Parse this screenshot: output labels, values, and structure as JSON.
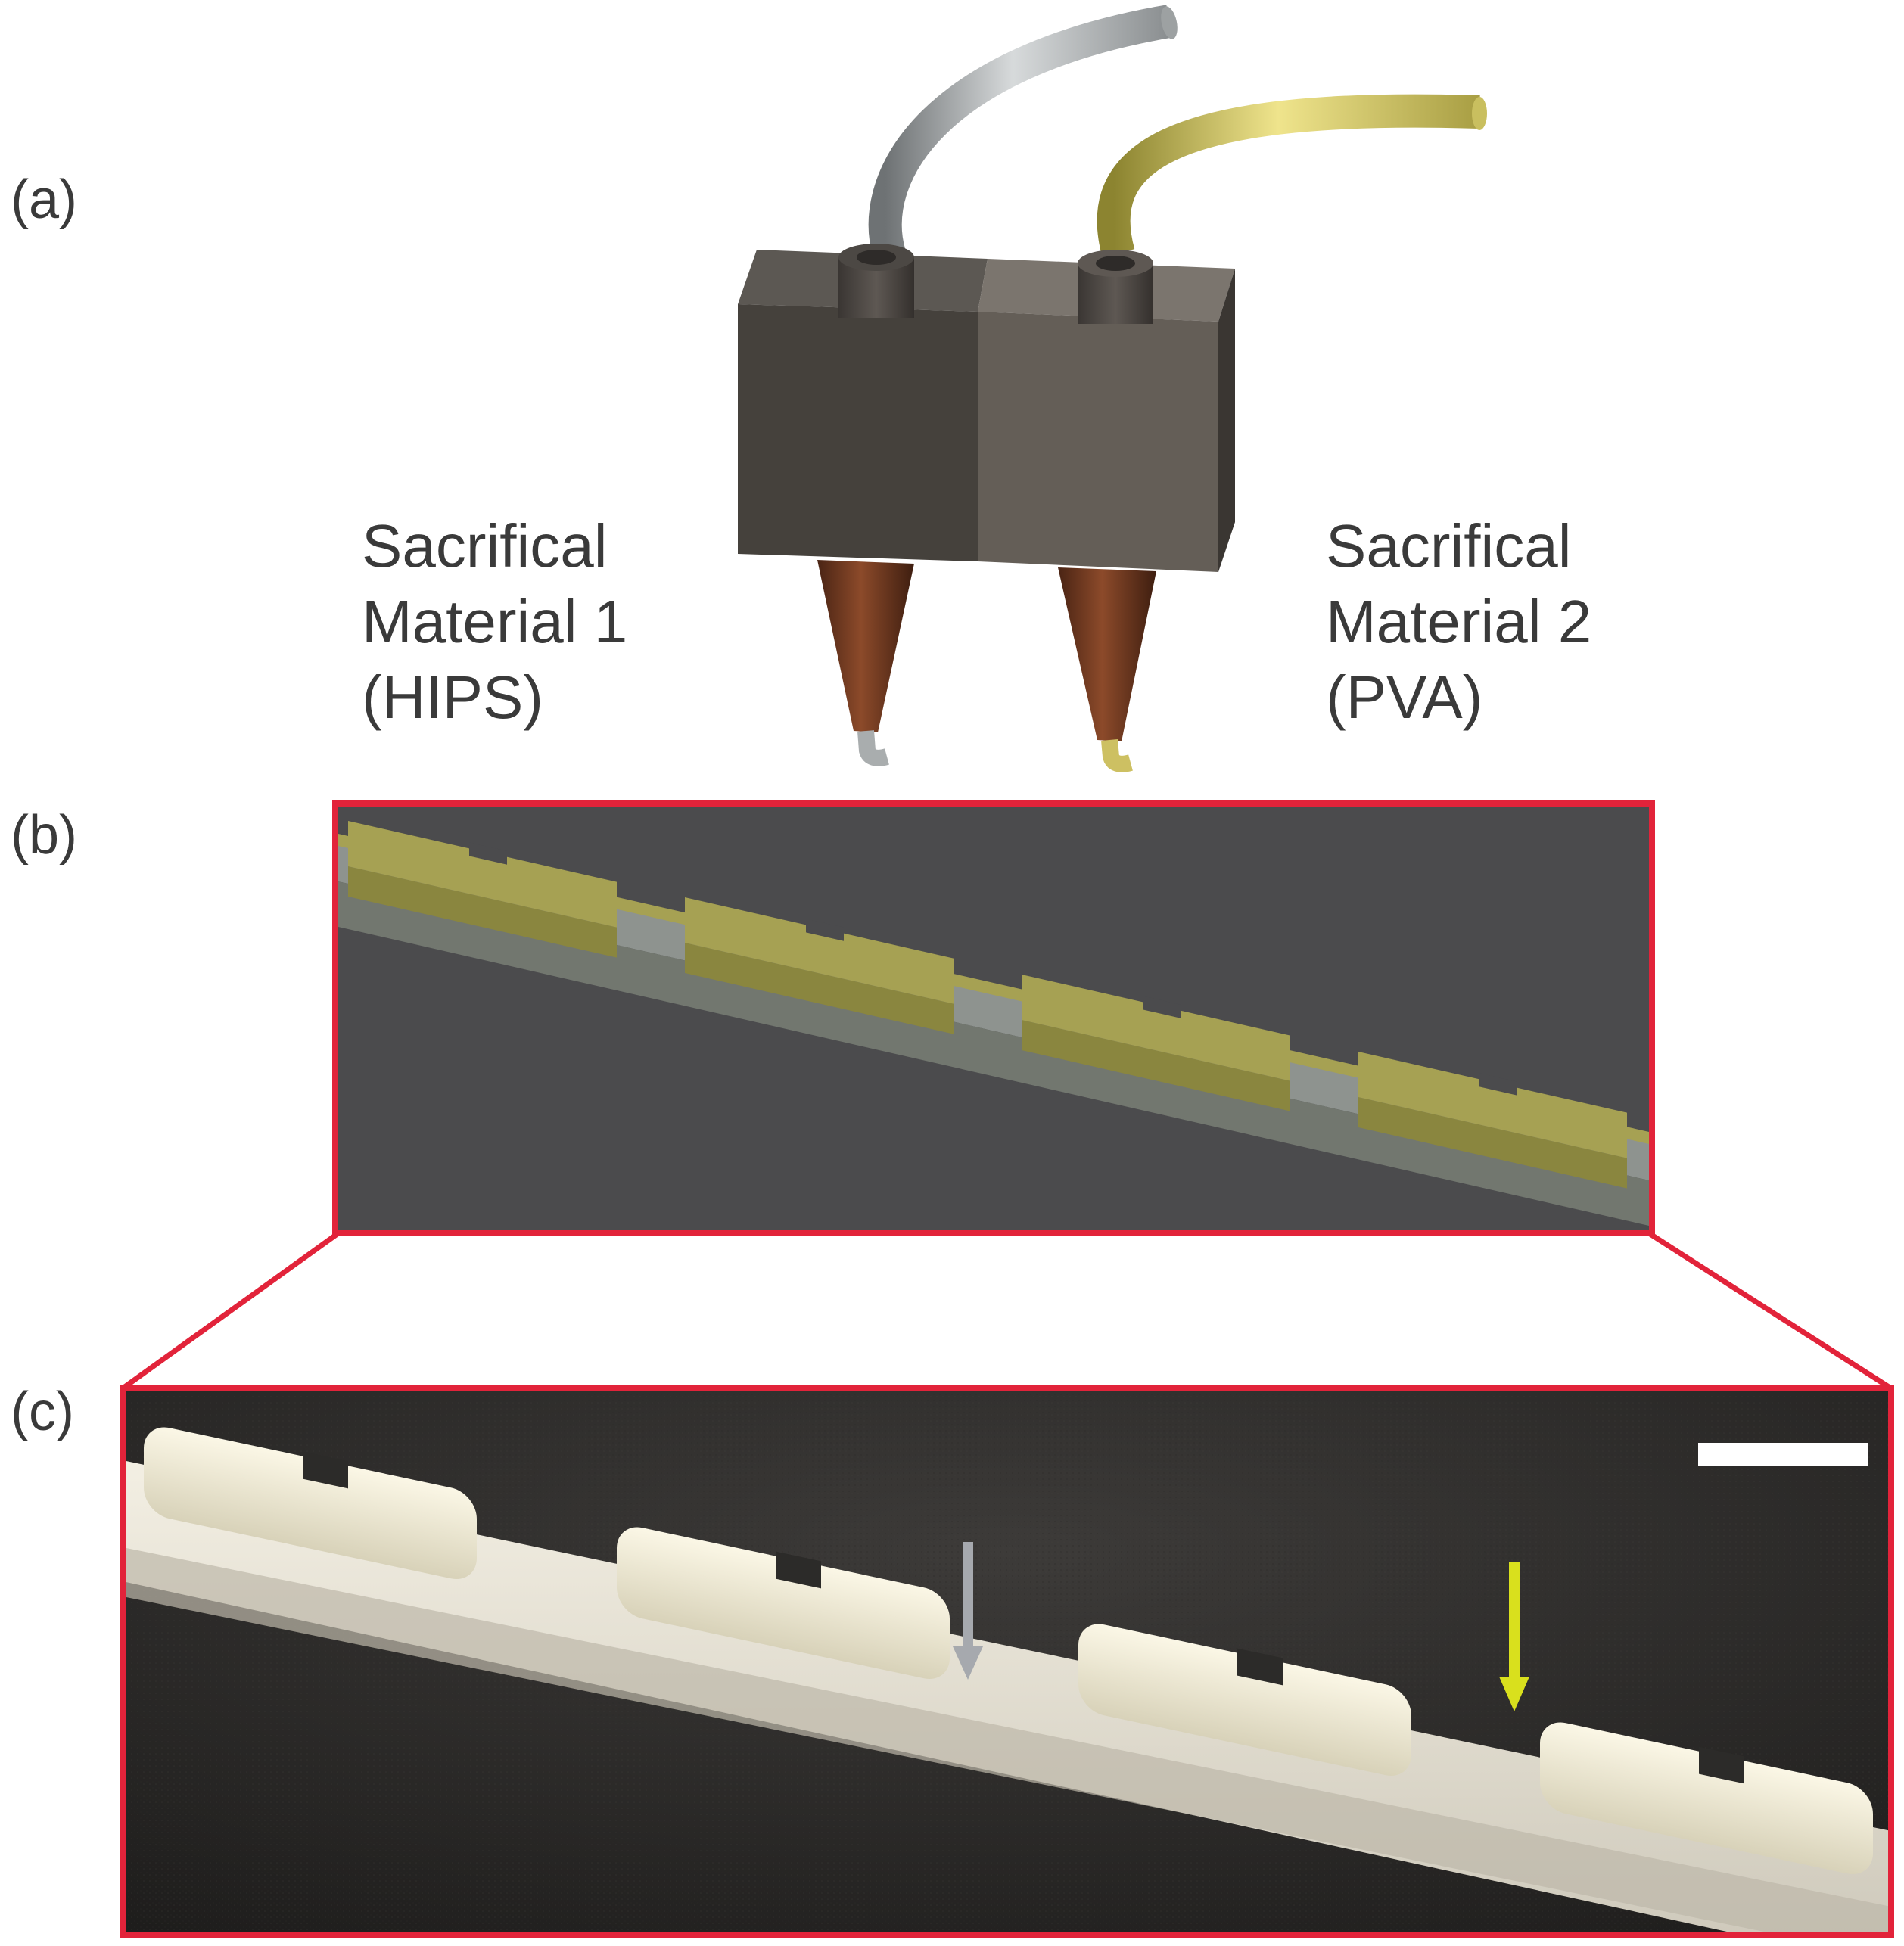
{
  "panels": {
    "a": {
      "label": "(a)"
    },
    "b": {
      "label": "(b)"
    },
    "c": {
      "label": "(c)"
    }
  },
  "materials": [
    {
      "line1": "Sacrifical",
      "line2": "Material 1",
      "line3": "(HIPS)",
      "color": "#9da1a2"
    },
    {
      "line1": "Sacrifical",
      "line2": "Material 2",
      "line3": "(PVA)",
      "color": "#c9bf5f"
    }
  ],
  "colors": {
    "frame": "#e2233a",
    "render_background": "#4b4b4d",
    "base_strip": "#7b7f7c",
    "feature_blocks": "#a6a153",
    "extruder_left": "#45413c",
    "extruder_right": "#645e57",
    "nozzle": "#6e3b22",
    "indicator_grey": "#a6a9ae",
    "indicator_yellow": "#d9e01d",
    "scale_bar": "#ffffff"
  }
}
